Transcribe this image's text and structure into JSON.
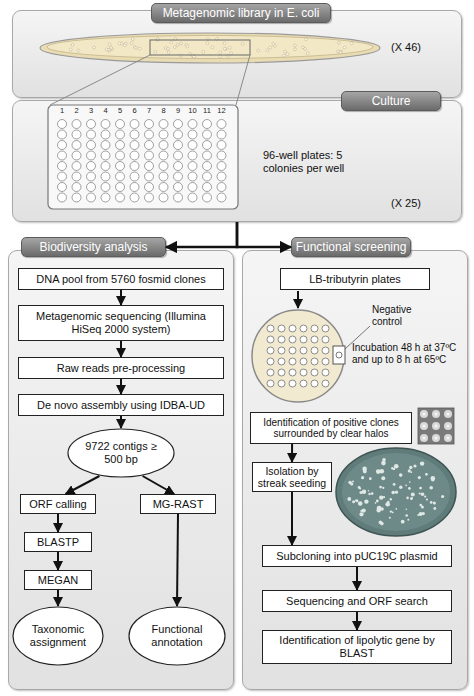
{
  "diagram": {
    "nodes": [
      {
        "text": [
          "Metagenomic library in E. coli",
          "(X 46)"
        ]
      },
      {
        "text": [
          "Culture",
          "96-well plates: 5 colonies per well",
          "(X 25)"
        ]
      },
      {
        "text": [
          "Biodiversity analysis"
        ]
      },
      {
        "text": [
          "DNA pool from 5760 fosmid clones"
        ],
        "in": 2
      },
      {
        "text": [
          "Metagenomic sequencing (Illumina HiSeq 2000 system)"
        ],
        "in": 2
      },
      {
        "text": [
          "Raw reads pre-processing"
        ],
        "in": 2
      },
      {
        "text": [
          "De novo assembly using IDBA-UD"
        ],
        "in": 2
      },
      {
        "text": [
          "9722 contigs ≥ 500 bp"
        ],
        "in": 2
      },
      {
        "text": [
          "ORF calling"
        ],
        "in": 2
      },
      {
        "text": [
          "MG-RAST"
        ],
        "in": 2
      },
      {
        "text": [
          "BLASTP"
        ],
        "in": 2
      },
      {
        "text": [
          "MEGAN"
        ],
        "in": 2
      },
      {
        "text": [
          "Taxonomic assignment"
        ],
        "in": 2
      },
      {
        "text": [
          "Functional annotation"
        ],
        "in": 2
      },
      {
        "text": [
          "Functional screening"
        ]
      },
      {
        "text": [
          "LB-tributyrin plates"
        ],
        "in": 14
      },
      {
        "text": [
          "Identification of positive clones surrounded by clear halos"
        ],
        "in": 14
      },
      {
        "text": [
          "Isolation by streak seeding"
        ],
        "in": 14
      },
      {
        "text": [
          "Subcloning into pUC19C plasmid"
        ],
        "in": 14
      },
      {
        "text": [
          "Sequencing and ORF search"
        ],
        "in": 14
      },
      {
        "text": [
          "Identification of lipolytic gene by BLAST"
        ],
        "in": 14
      }
    ],
    "edges": [
      {
        "from": 1,
        "to": 2,
        "arrow": "to"
      },
      {
        "from": 1,
        "to": 14,
        "arrow": "to"
      },
      {
        "from": 3,
        "to": 4,
        "arrow": "to"
      },
      {
        "from": 4,
        "to": 5,
        "arrow": "to"
      },
      {
        "from": 5,
        "to": 6,
        "arrow": "to"
      },
      {
        "from": 6,
        "to": 7,
        "arrow": "to"
      },
      {
        "from": 7,
        "to": 8,
        "arrow": "to"
      },
      {
        "from": 7,
        "to": 9,
        "arrow": "to"
      },
      {
        "from": 8,
        "to": 10,
        "arrow": "to"
      },
      {
        "from": 10,
        "to": 11,
        "arrow": "to"
      },
      {
        "from": 11,
        "to": 12,
        "arrow": "to"
      },
      {
        "from": 9,
        "to": 13,
        "arrow": "to"
      },
      {
        "from": 16,
        "to": 17,
        "arrow": "to"
      },
      {
        "from": 17,
        "to": 18,
        "arrow": "to"
      },
      {
        "from": 18,
        "to": 19,
        "arrow": "to"
      },
      {
        "from": 19,
        "to": 20,
        "arrow": "to"
      }
    ],
    "labels": [
      "1",
      "2",
      "3",
      "4",
      "5",
      "6",
      "7",
      "8",
      "9",
      "10",
      "11",
      "12",
      "Negative control",
      "Incubation 48 h at 37ºC and up to 8 h at 65ºC"
    ]
  }
}
